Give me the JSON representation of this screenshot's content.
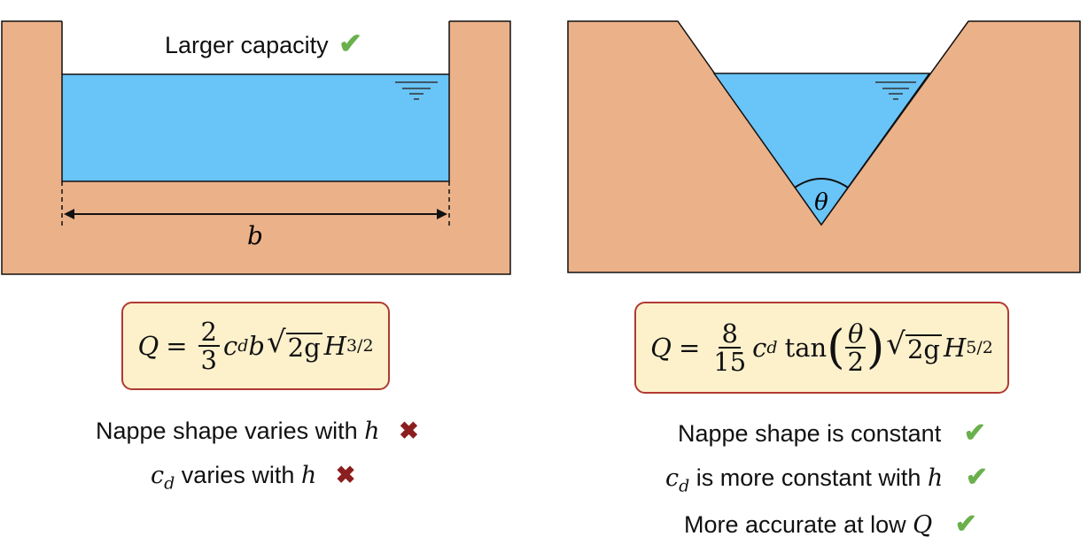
{
  "left_panel": {
    "caption": "Larger capacity",
    "caption_mark": "✔",
    "width_label": "b",
    "formula": {
      "lhs": "Q",
      "eq": "=",
      "frac_num": "2",
      "frac_den": "3",
      "coef": "c",
      "coef_sub": "d",
      "var_b": "b",
      "sqrt_body": "2g",
      "head": "H",
      "exponent": "3/2"
    },
    "notes": [
      {
        "pre": "Nappe shape varies with ",
        "var": "h",
        "mark": "✖"
      },
      {
        "var_c": "c",
        "var_sub": "d",
        "post": " varies with ",
        "var": "h",
        "mark": "✖"
      }
    ]
  },
  "right_panel": {
    "angle_label": "θ",
    "formula": {
      "lhs": "Q",
      "eq": "=",
      "frac_num": "8",
      "frac_den": "15",
      "coef": "c",
      "coef_sub": "d",
      "func": "tan",
      "angle_num": "θ",
      "angle_den": "2",
      "sqrt_body": "2g",
      "head": "H",
      "exponent": "5/2"
    },
    "notes": [
      {
        "pre": "Nappe shape is constant",
        "mark": "✔"
      },
      {
        "var_c": "c",
        "var_sub": "d",
        "post": " is more constant with ",
        "var": "h",
        "mark": "✔"
      },
      {
        "pre": "More accurate at low ",
        "var": "Q",
        "mark": "✔"
      }
    ]
  },
  "colors": {
    "soil": "#ebb189",
    "water": "#69c4f8",
    "box_fill": "#fdf1cc",
    "box_border": "#b03a32",
    "check": "#6ab04c",
    "cross": "#8b1e1e"
  }
}
